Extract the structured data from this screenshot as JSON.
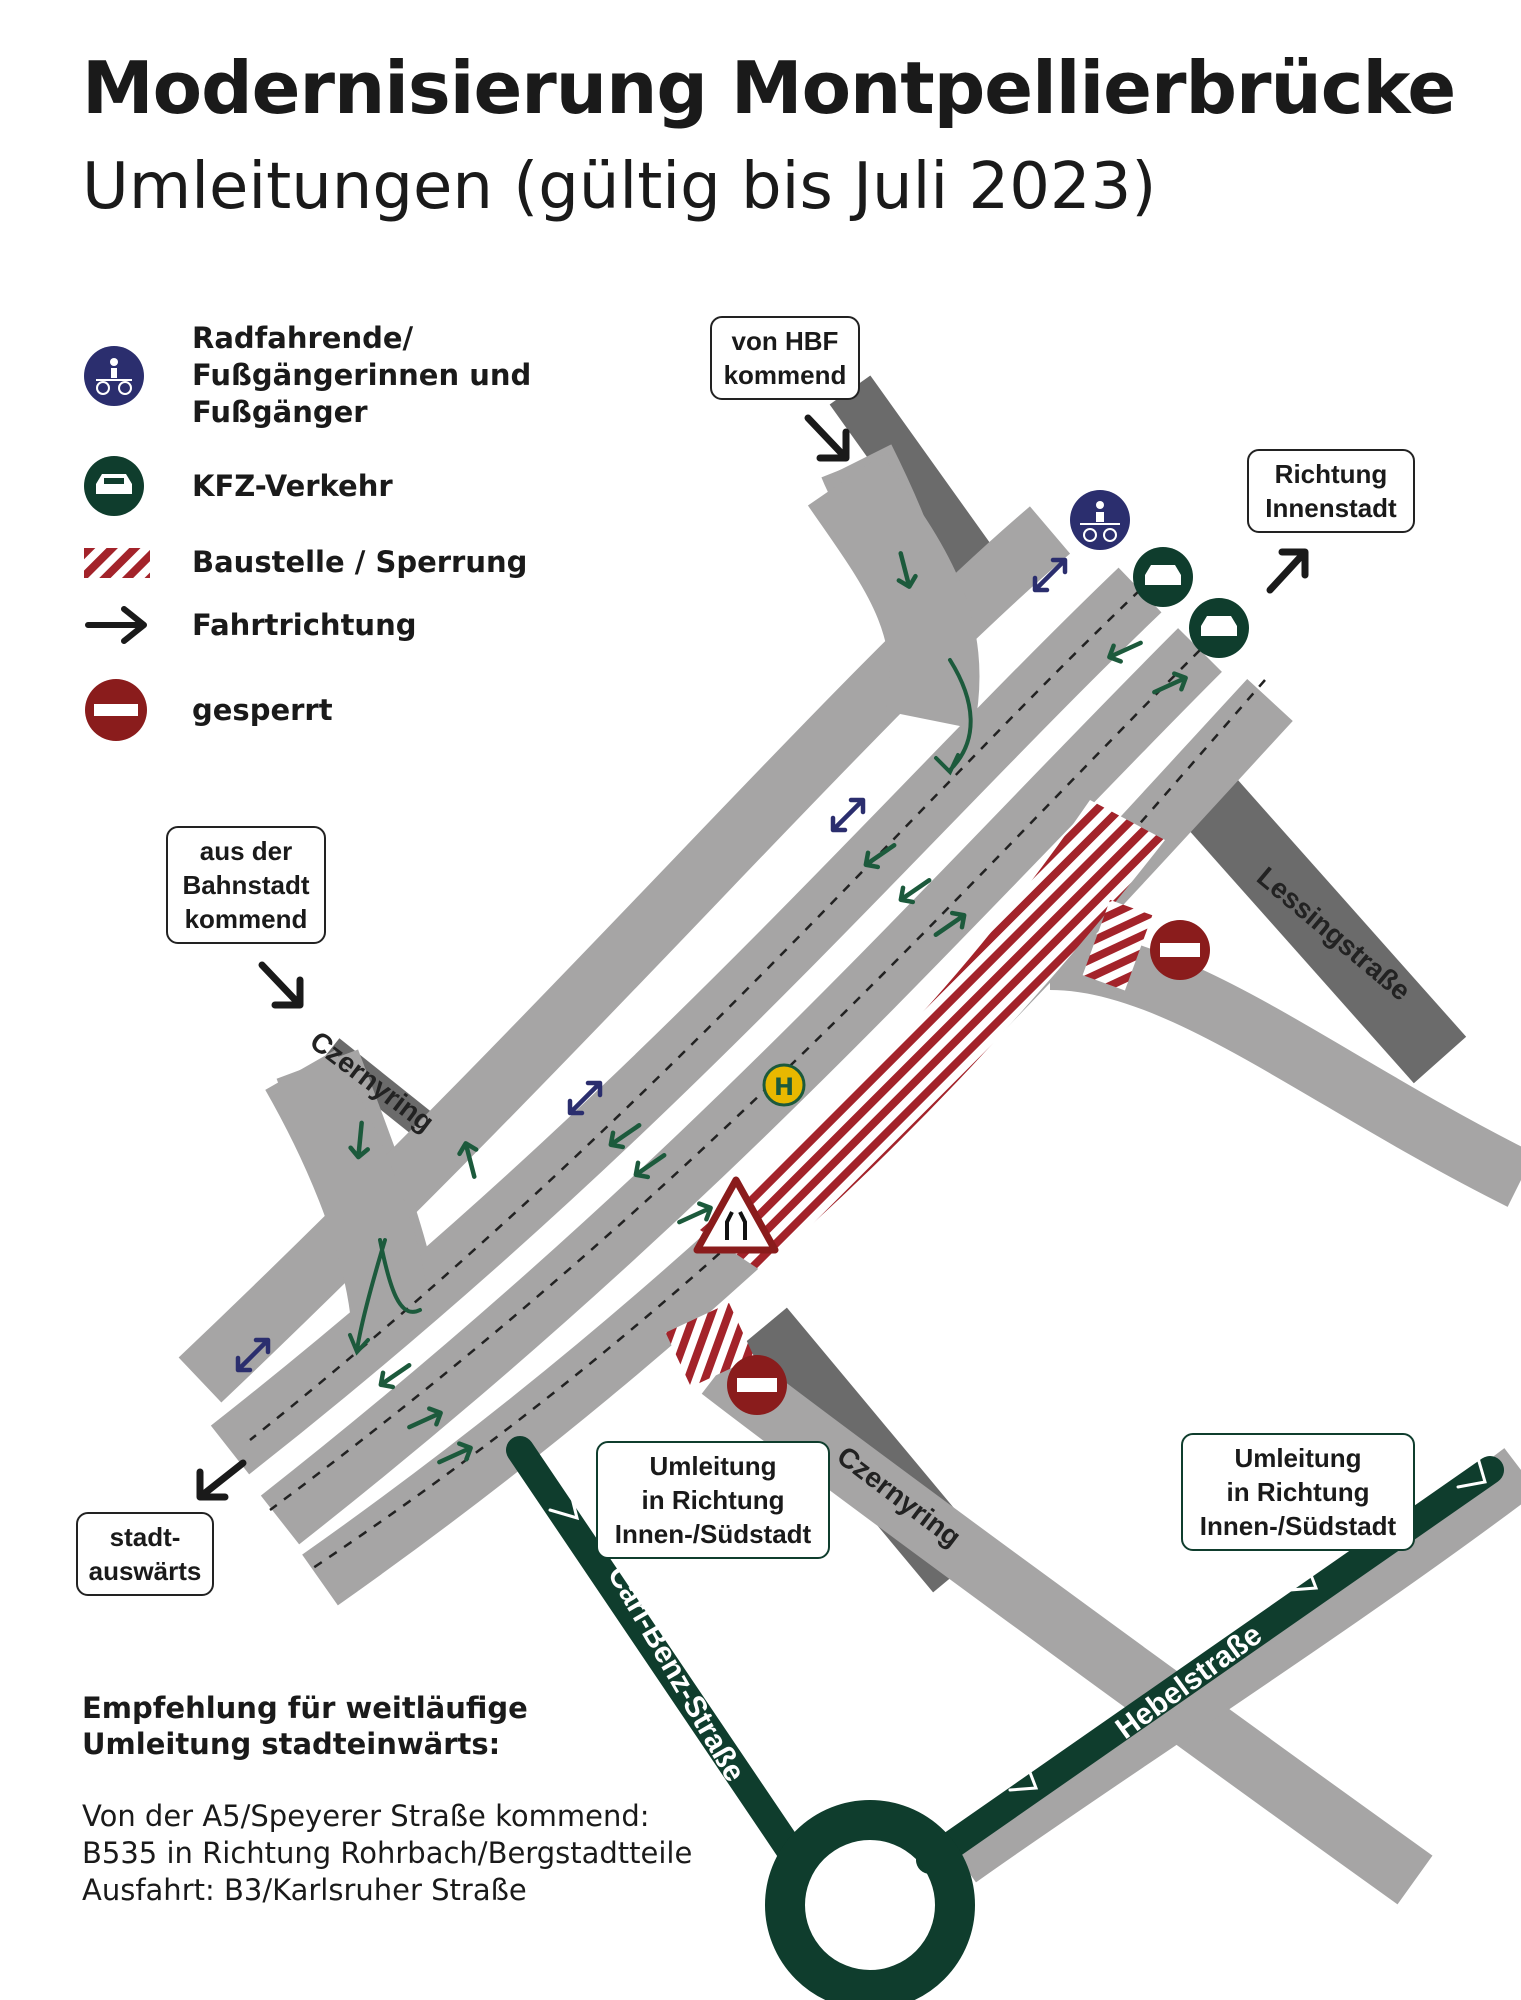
{
  "title": "Modernisierung Montpellierbrücke",
  "subtitle": "Umleitungen (gültig bis Juli 2023)",
  "legend": {
    "bike_ped": {
      "label_lines": [
        "Radfahrende/",
        "Fußgängerinnen und",
        "Fußgänger"
      ],
      "icon": "bike-pedestrian-icon",
      "color": "#2b2e6e"
    },
    "car": {
      "label": "KFZ-Verkehr",
      "icon": "car-icon",
      "color": "#0f3d2d"
    },
    "construction": {
      "label": "Baustelle / Sperrung",
      "icon": "construction-hatch-icon",
      "color": "#a3232a"
    },
    "direction": {
      "label": "Fahrtrichtung",
      "icon": "arrow-icon",
      "color": "#1a1a1a"
    },
    "closed": {
      "label": "gesperrt",
      "icon": "no-entry-icon",
      "color": "#8a1c1c"
    }
  },
  "labels": {
    "von_hbf": [
      "von HBF",
      "kommend"
    ],
    "richtung_innenstadt": [
      "Richtung",
      "Innenstadt"
    ],
    "aus_bahnstadt": [
      "aus der",
      "Bahnstadt",
      "kommend"
    ],
    "stadtauswaerts": [
      "stadt-",
      "auswärts"
    ],
    "umleitung_1": [
      "Umleitung",
      "in Richtung",
      "Innen-/Südstadt"
    ],
    "umleitung_2": [
      "Umleitung",
      "in Richtung",
      "Innen-/Südstadt"
    ]
  },
  "streets": {
    "czernyring_top": "Czernyring",
    "czernyring_bottom": "Czernyring",
    "lessingstrasse": "Lessingstraße",
    "carl_benz": "Carl-Benz-Straße",
    "hebelstrasse": "Hebelstraße"
  },
  "bus_stop": "H",
  "recommendation": {
    "heading_lines": [
      "Empfehlung für weitläufige",
      "Umleitung stadteinwärts:"
    ],
    "body_lines": [
      "Von der A5/Speyerer Straße kommend:",
      "B535 in Richtung Rohrbach/Bergstadtteile",
      "Ausfahrt: B3/Karlsruher Straße"
    ]
  },
  "colors": {
    "road": "#a6a5a5",
    "road_dark": "#6b6b6b",
    "kfz_green": "#0f3d2d",
    "arrow_green": "#1c5a3c",
    "bike_blue": "#2b2e6e",
    "construction_red": "#a3232a",
    "closed_red": "#8a1c1c"
  }
}
